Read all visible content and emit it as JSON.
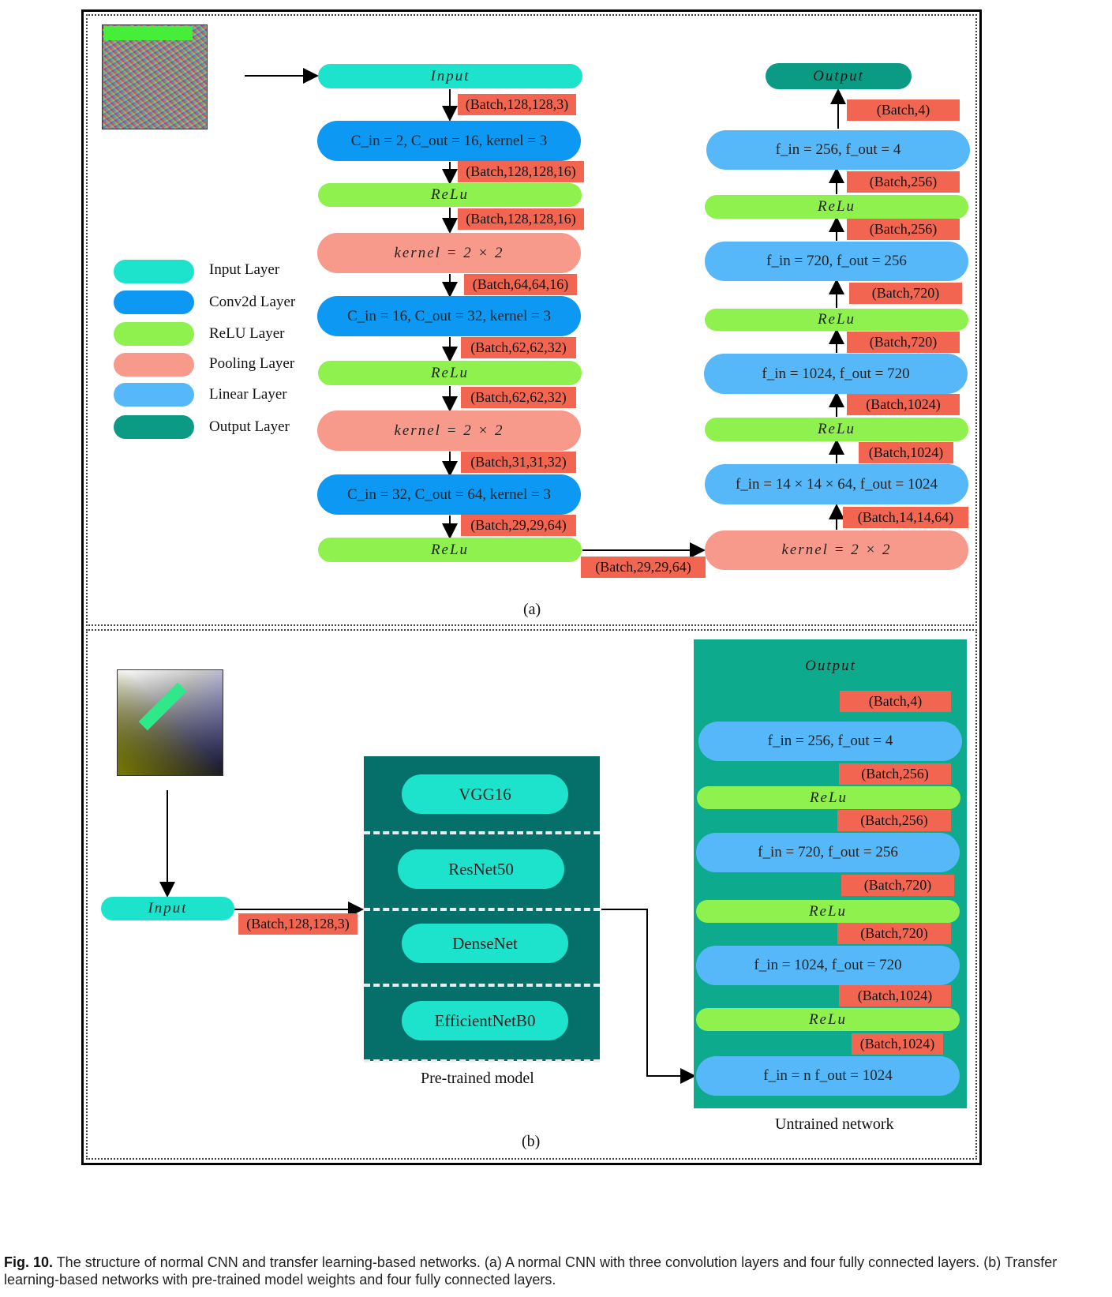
{
  "panel_a": {
    "label": "(a)",
    "legend": [
      {
        "name": "Input Layer",
        "color": "#1ee3cc"
      },
      {
        "name": "Conv2d Layer",
        "color": "#0d99f3"
      },
      {
        "name": "ReLU Layer",
        "color": "#8ef14d"
      },
      {
        "name": "Pooling Layer",
        "color": "#f79a8c"
      },
      {
        "name": "Linear Layer",
        "color": "#56b8f8"
      },
      {
        "name": "Output Layer",
        "color": "#0b9b84"
      }
    ],
    "left_column": {
      "input": "Input",
      "t1": "(Batch,128,128,3)",
      "conv1": "C_in = 2,   C_out = 16,   kernel = 3",
      "t2": "(Batch,128,128,16)",
      "relu1": "ReLu",
      "t3": "(Batch,128,128,16)",
      "pool1": "kernel = 2 × 2",
      "t4": "(Batch,64,64,16)",
      "conv2": "C_in = 16,   C_out = 32,   kernel = 3",
      "t5": "(Batch,62,62,32)",
      "relu2": "ReLu",
      "t6": "(Batch,62,62,32)",
      "pool2": "kernel = 2 × 2",
      "t7": "(Batch,31,31,32)",
      "conv3": "C_in = 32,   C_out = 64,   kernel = 3",
      "t8": "(Batch,29,29,64)",
      "relu3": "ReLu",
      "t9": "(Batch,29,29,64)"
    },
    "right_column": {
      "pool": "kernel = 2 × 2",
      "t1": "(Batch,14,14,64)",
      "lin1": "f_in = 14 × 14 × 64,   f_out = 1024",
      "t2": "(Batch,1024)",
      "relu1": "ReLu",
      "t3": "(Batch,1024)",
      "lin2": "f_in = 1024,   f_out = 720",
      "t4": "(Batch,720)",
      "relu2": "ReLu",
      "t5": "(Batch,720)",
      "lin3": "f_in = 720,   f_out = 256",
      "t6": "(Batch,256)",
      "relu3": "ReLu",
      "t7": "(Batch,256)",
      "lin4": "f_in = 256,   f_out = 4",
      "t8": "(Batch,4)",
      "output": "Output"
    }
  },
  "panel_b": {
    "label": "(b)",
    "input": "Input",
    "input_tag": "(Batch,128,128,3)",
    "pretrained": [
      "VGG16",
      "ResNet50",
      "DenseNet",
      "EfficientNetB0"
    ],
    "pretrained_label": "Pre-trained model",
    "untrained_label": "Untrained network",
    "untrained": {
      "output": "Output",
      "t8": "(Batch,4)",
      "lin4": "f_in = 256,   f_out = 4",
      "t7": "(Batch,256)",
      "relu3": "ReLu",
      "t6": "(Batch,256)",
      "lin3": "f_in = 720,   f_out = 256",
      "t5": "(Batch,720)",
      "relu2": "ReLu",
      "t4": "(Batch,720)",
      "lin2": "f_in = 1024,   f_out = 720",
      "t3": "(Batch,1024)",
      "relu1": "ReLu",
      "t2": "(Batch,1024)",
      "lin1": "f_in = n   f_out = 1024"
    }
  },
  "caption": {
    "label": "Fig. 10.",
    "text": " The structure of normal CNN and transfer learning-based networks. (a) A normal CNN with three convolution layers and four fully connected layers. (b) Transfer learning-based networks with pre-trained model weights and four fully connected layers."
  }
}
